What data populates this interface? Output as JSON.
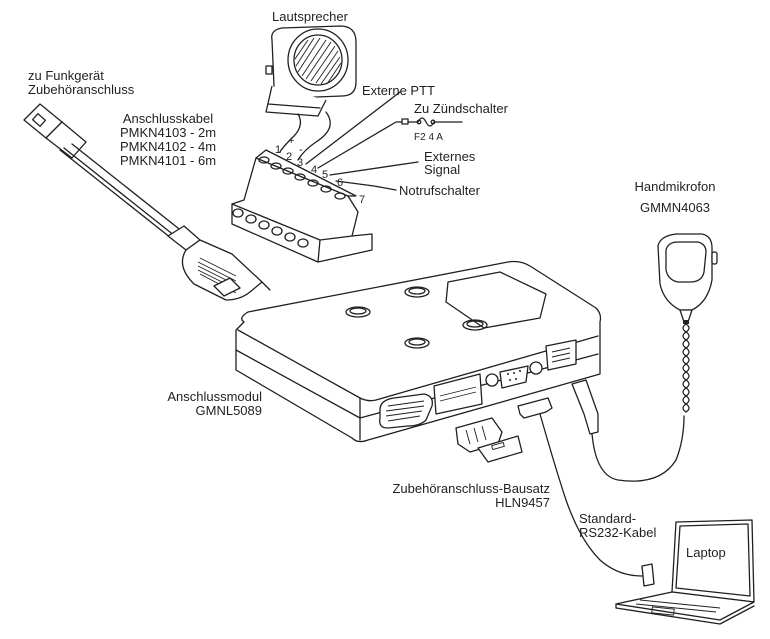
{
  "diagram": {
    "type": "wiring-overview",
    "components": {
      "speaker": {
        "label": "Lautsprecher"
      },
      "radio_cable": {
        "target_label_line1": "zu Funkgerät",
        "target_label_line2": "Zubehöranschluss",
        "title": "Anschlusskabel",
        "variants": [
          "PMKN4103 - 2m",
          "PMKN4102 - 4m",
          "PMKN4101 - 6m"
        ]
      },
      "terminal_block": {
        "pins": [
          "1",
          "2",
          "3",
          "4",
          "5",
          "6",
          "7"
        ],
        "polarity": {
          "plus": "+",
          "minus": "-"
        },
        "connections": {
          "external_ptt": "Externe PTT",
          "ignition": "Zu Zündschalter",
          "fuse": "F2 4 A",
          "external_signal_line1": "Externes",
          "external_signal_line2": "Signal",
          "emergency": "Notrufschalter"
        }
      },
      "module": {
        "name": "Anschlussmodul",
        "part": "GMNL5089"
      },
      "microphone": {
        "name": "Handmikrofon",
        "part": "GMMN4063"
      },
      "accessory_kit": {
        "name": "Zubehöranschluss-Bausatz",
        "part": "HLN9457"
      },
      "rs232_cable": {
        "line1": "Standard-",
        "line2": "RS232-Kabel"
      },
      "laptop": {
        "label": "Laptop"
      }
    }
  }
}
